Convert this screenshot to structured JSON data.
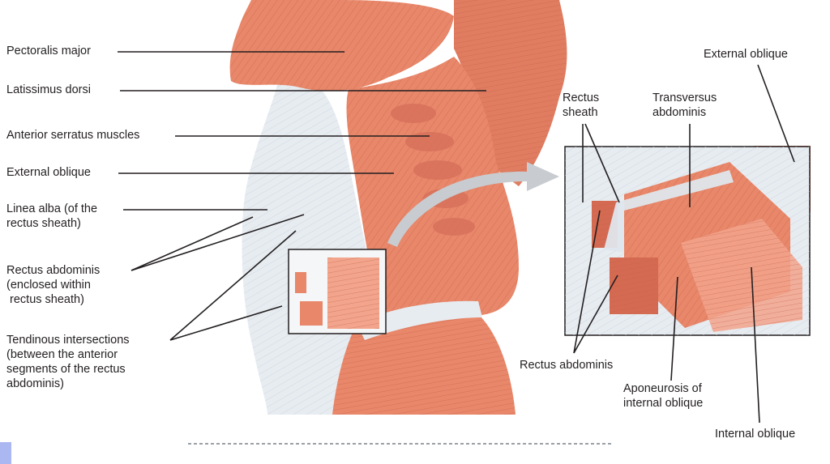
{
  "labels": {
    "pectoralis_major": "Pectoralis major",
    "latissimus_dorsi": "Latissimus dorsi",
    "anterior_serratus": "Anterior serratus muscles",
    "external_oblique_left": "External oblique",
    "linea_alba": "Linea alba (of the\nrectus sheath)",
    "rectus_abdominis_left": "Rectus abdominis\n(enclosed within\n rectus sheath)",
    "tendinous_intersections": "Tendinous intersections\n(between the anterior\nsegments of the rectus\nabdominis)",
    "rectus_sheath": "Rectus\nsheath",
    "transversus_abdominis": "Transversus\nabdominis",
    "external_oblique_right": "External oblique",
    "rectus_abdominis_right": "Rectus abdominis",
    "aponeurosis_internal_oblique": "Aponeurosis of\ninternal oblique",
    "internal_oblique": "Internal oblique"
  },
  "colors": {
    "muscle": "#e8876a",
    "muscle_dark": "#c9604a",
    "muscle_light": "#f2a58c",
    "fascia": "#e7ecf1",
    "fascia_shade": "#c9d2db",
    "line": "#231f20",
    "arrow": "#c8ccd0"
  }
}
